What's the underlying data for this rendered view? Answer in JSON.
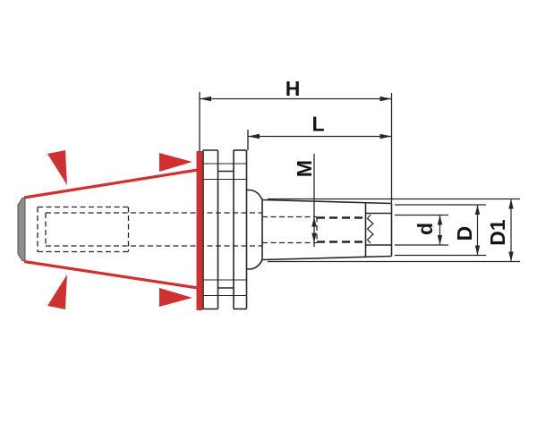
{
  "labels": {
    "h": "H",
    "l": "L",
    "m": "M",
    "d_small": "d",
    "d_large": "D",
    "d1": "D1"
  },
  "colors": {
    "highlight_red": "#cf3131",
    "line": "#262626",
    "end_face_gray": "#8c8c8c",
    "end_face_edge": "#555555",
    "label_text": "#141414",
    "background": "#ffffff"
  }
}
